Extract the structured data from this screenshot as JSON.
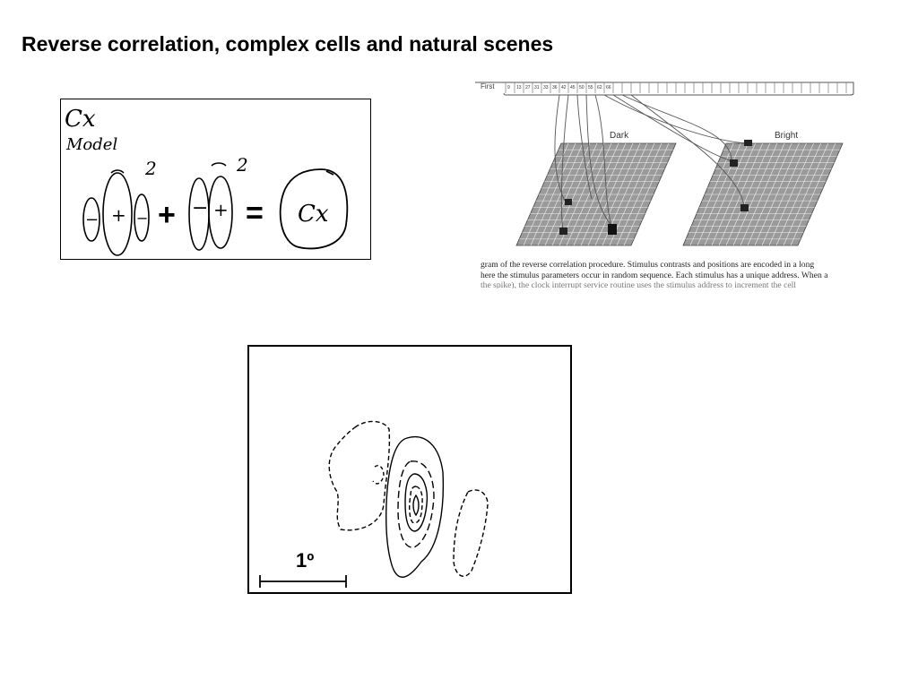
{
  "slide": {
    "title": "Reverse correlation, complex cells and natural scenes"
  },
  "model_sketch": {
    "label_line1": "Cx",
    "label_line2": "Model",
    "minus": "−",
    "plus": "+",
    "power": "2",
    "sum_operator": "+",
    "equals_operator": "=",
    "result_label": "Cx"
  },
  "procedure_figure": {
    "ruler_first_label": "First",
    "ruler_numbers": [
      "9",
      "13",
      "27",
      "31",
      "33",
      "36",
      "42",
      "45",
      "50",
      "55",
      "62",
      "66"
    ],
    "dark_label": "Dark",
    "bright_label": "Bright",
    "caption_lines": [
      "gram of the reverse correlation procedure. Stimulus contrasts and positions are encoded in a long",
      "here the stimulus parameters occur in random sequence. Each stimulus has a unique address. When a",
      "the spike), the clock interrupt service routine uses the stimulus address to increment the cell"
    ]
  },
  "receptive_field": {
    "scale_bar_label": "1º"
  }
}
